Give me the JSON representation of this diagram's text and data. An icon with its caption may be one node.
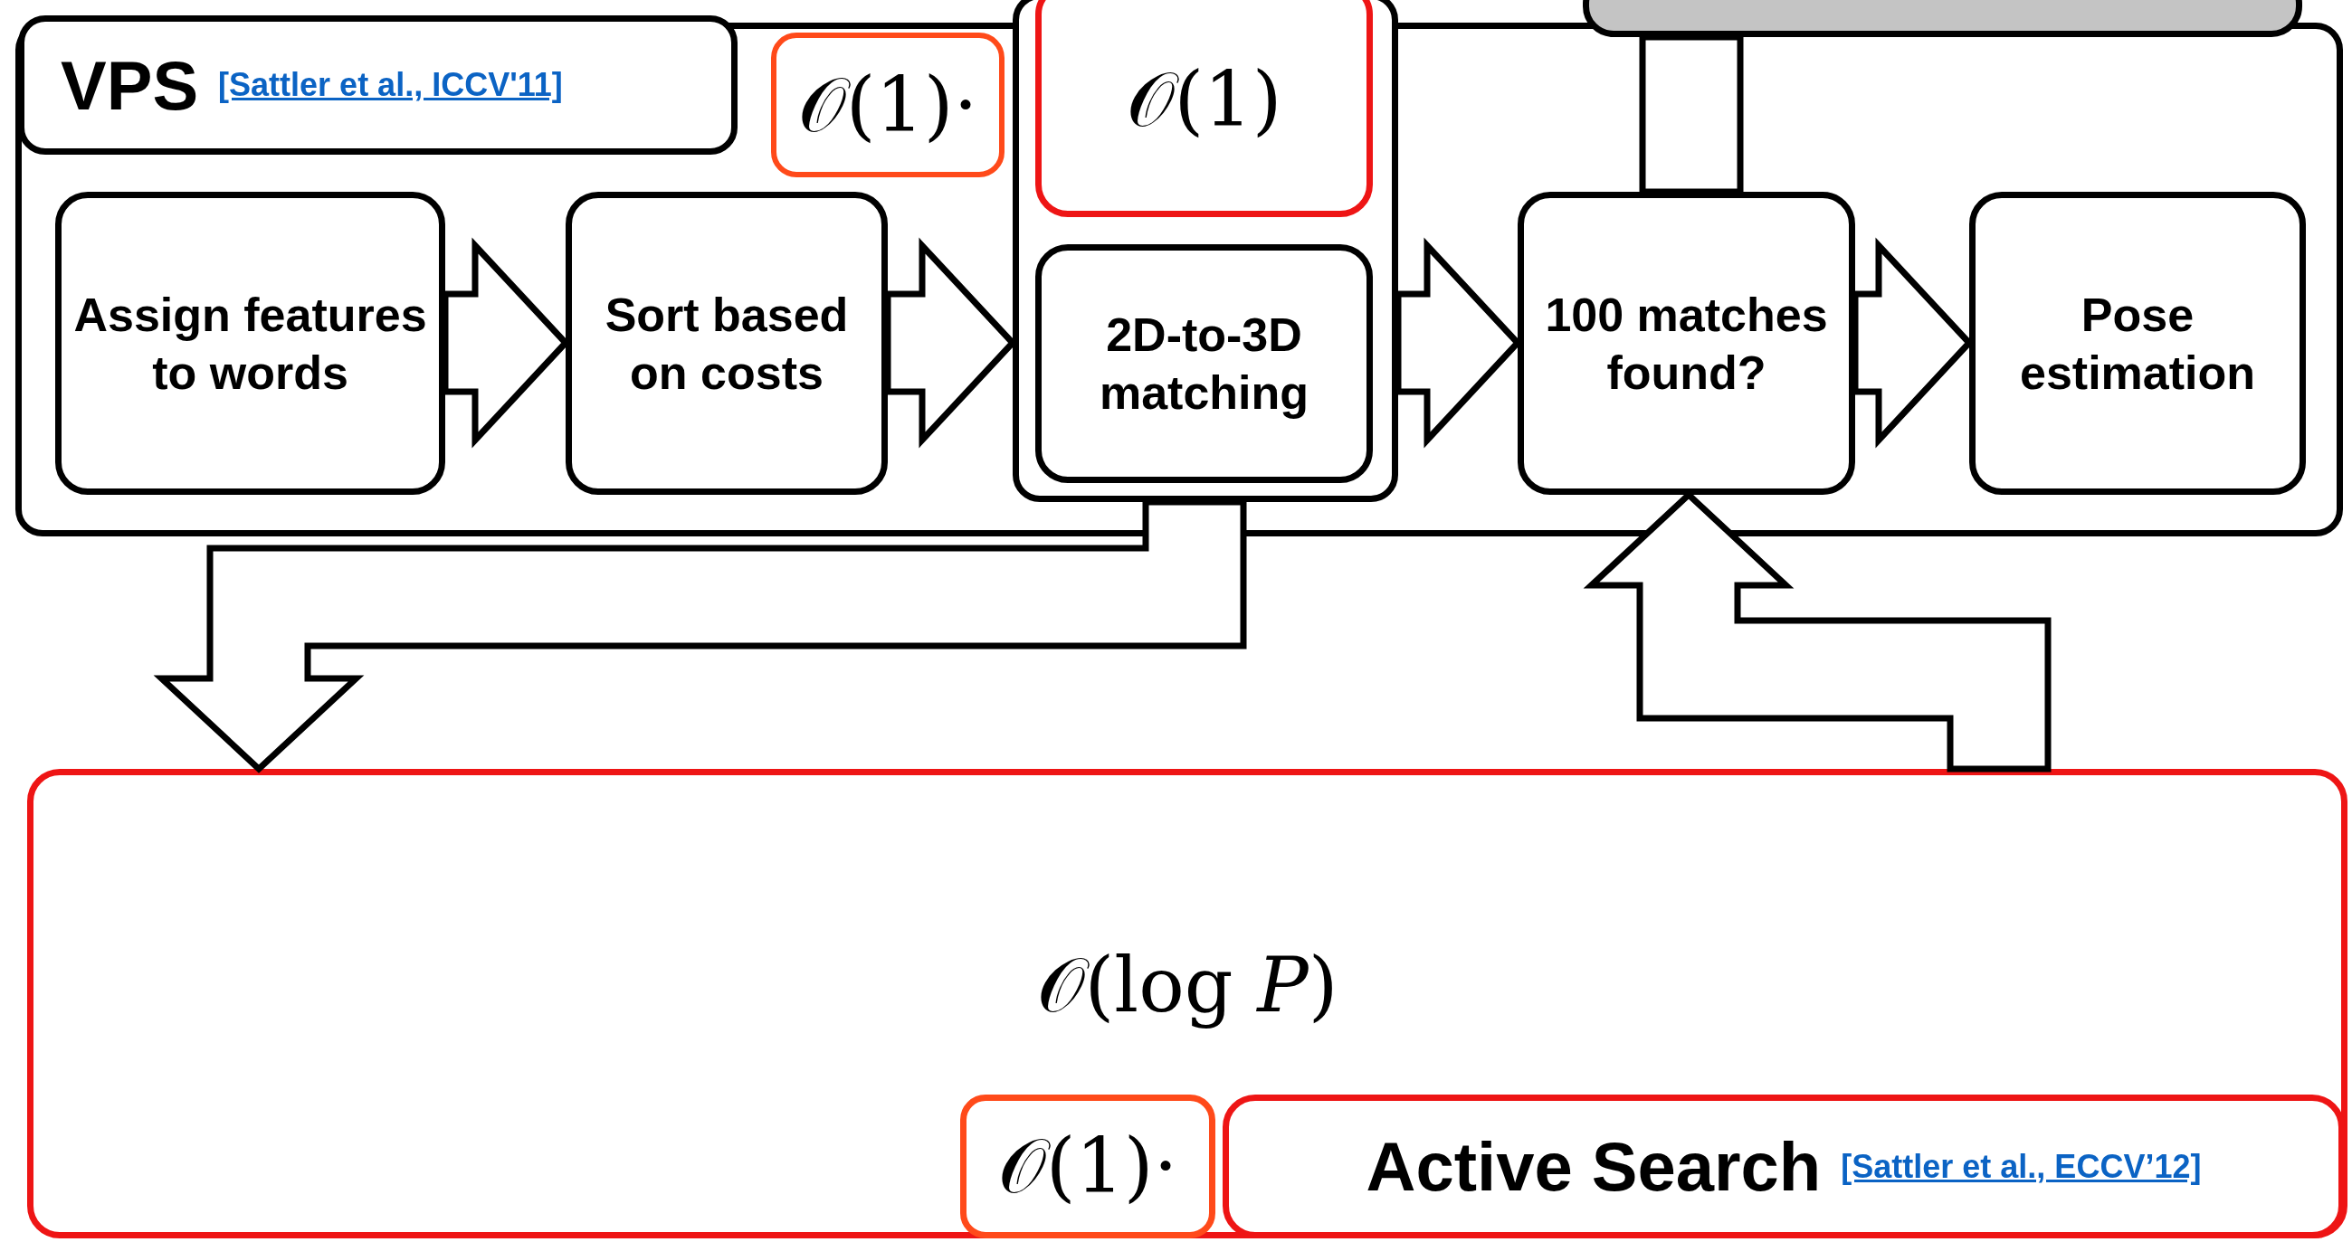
{
  "diagram": {
    "nodes": [
      {
        "text": [],
        "shape": "box"
      },
      {
        "text": [
          "VPS",
          "[Sattler et al., ICCV'11]"
        ],
        "in": 0
      },
      {
        "text": [
          "𝒪(1)·"
        ],
        "in": 0
      },
      {
        "text": [],
        "shape": "box"
      },
      {
        "text": [
          "𝒪(1)"
        ],
        "in": 3
      },
      {
        "text": [
          "2D-to-3D matching"
        ],
        "in": 3
      },
      {
        "text": [],
        "shape": "box"
      },
      {
        "text": [
          "Assign features to words"
        ],
        "in": 0
      },
      {
        "text": [
          "Sort based on costs"
        ],
        "in": 0
      },
      {
        "text": [
          "100 matches found?"
        ],
        "in": 0
      },
      {
        "text": [
          "Pose estimation"
        ],
        "in": 0
      },
      {
        "text": [
          "𝒪(log *P*)"
        ]
      },
      {
        "text": [
          "𝒪(1)·"
        ],
        "in": 11
      },
      {
        "text": [
          "Active Search",
          "[Sattler et al., ECCV’12]"
        ],
        "in": 11
      }
    ],
    "edges": [
      {
        "from": 7,
        "to": 8,
        "arrow": "to"
      },
      {
        "from": 8,
        "to": 3,
        "arrow": "to"
      },
      {
        "from": 3,
        "to": 9,
        "arrow": "to"
      },
      {
        "from": 9,
        "to": 10,
        "arrow": "to"
      },
      {
        "from": 9,
        "to": 6,
        "arrow": "none"
      },
      {
        "from": 3,
        "to": 11,
        "arrow": "to"
      },
      {
        "from": 11,
        "to": 9,
        "arrow": "to"
      }
    ]
  }
}
